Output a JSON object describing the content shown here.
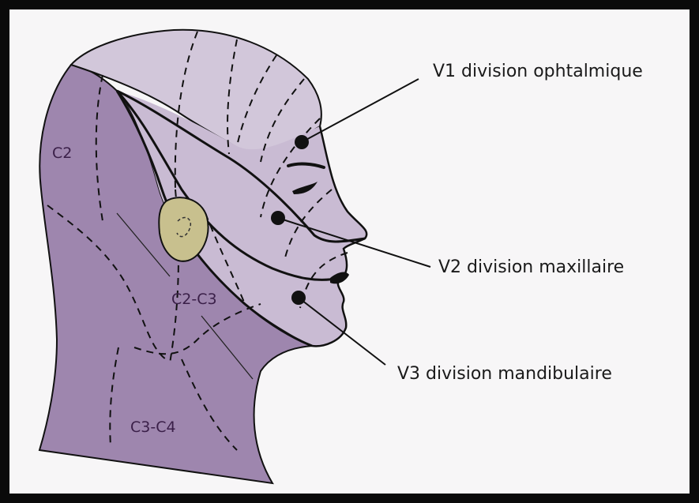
{
  "diagram": {
    "callouts": {
      "v1": "V1 division ophtalmique",
      "v2": "V2 division maxillaire",
      "v3": "V3 division mandibulaire"
    },
    "zones": {
      "c2": "C2",
      "c2c3": "C2-C3",
      "c3c4": "C3-C4"
    },
    "colors": {
      "frame": "#0a0a0a",
      "background": "#f7f6f7",
      "cervical": "#9e86ae",
      "trigeminal": "#c9bbd3",
      "crown": "#d2c7da",
      "ear": "#c8c08e",
      "outline": "#111111"
    }
  }
}
